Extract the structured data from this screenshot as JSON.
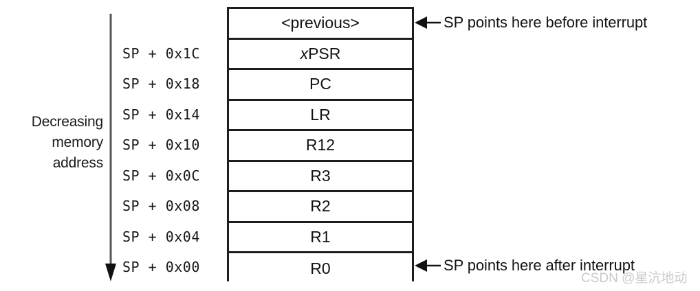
{
  "diagram": {
    "title": "Cortex-M exception stack frame layout",
    "memory_direction": {
      "lines": [
        "Decreasing",
        "memory",
        "address"
      ],
      "arrow_icon": "arrow-down-icon",
      "arrow_color": "#555555"
    },
    "stack_rows": [
      {
        "offset": "",
        "cell": "<previous>",
        "italic_prefix": ""
      },
      {
        "offset": "SP + 0x1C",
        "cell": "PSR",
        "italic_prefix": "x"
      },
      {
        "offset": "SP + 0x18",
        "cell": "PC",
        "italic_prefix": ""
      },
      {
        "offset": "SP + 0x14",
        "cell": "LR",
        "italic_prefix": ""
      },
      {
        "offset": "SP + 0x10",
        "cell": "R12",
        "italic_prefix": ""
      },
      {
        "offset": "SP + 0x0C",
        "cell": "R3",
        "italic_prefix": ""
      },
      {
        "offset": "SP + 0x08",
        "cell": "R2",
        "italic_prefix": ""
      },
      {
        "offset": "SP + 0x04",
        "cell": "R1",
        "italic_prefix": ""
      },
      {
        "offset": "SP + 0x00",
        "cell": "R0",
        "italic_prefix": ""
      }
    ],
    "annotations": [
      {
        "text": "SP points here before interrupt",
        "target_row": 0,
        "arrow_icon": "arrow-left-icon"
      },
      {
        "text": "SP points here after interrupt",
        "target_row": 8,
        "arrow_icon": "arrow-left-icon"
      }
    ],
    "watermark": "CSDN @星沆地动",
    "colors": {
      "border": "#1d1d1d",
      "text": "#111111",
      "watermark": "#c9c9c9",
      "background": "#ffffff"
    }
  }
}
